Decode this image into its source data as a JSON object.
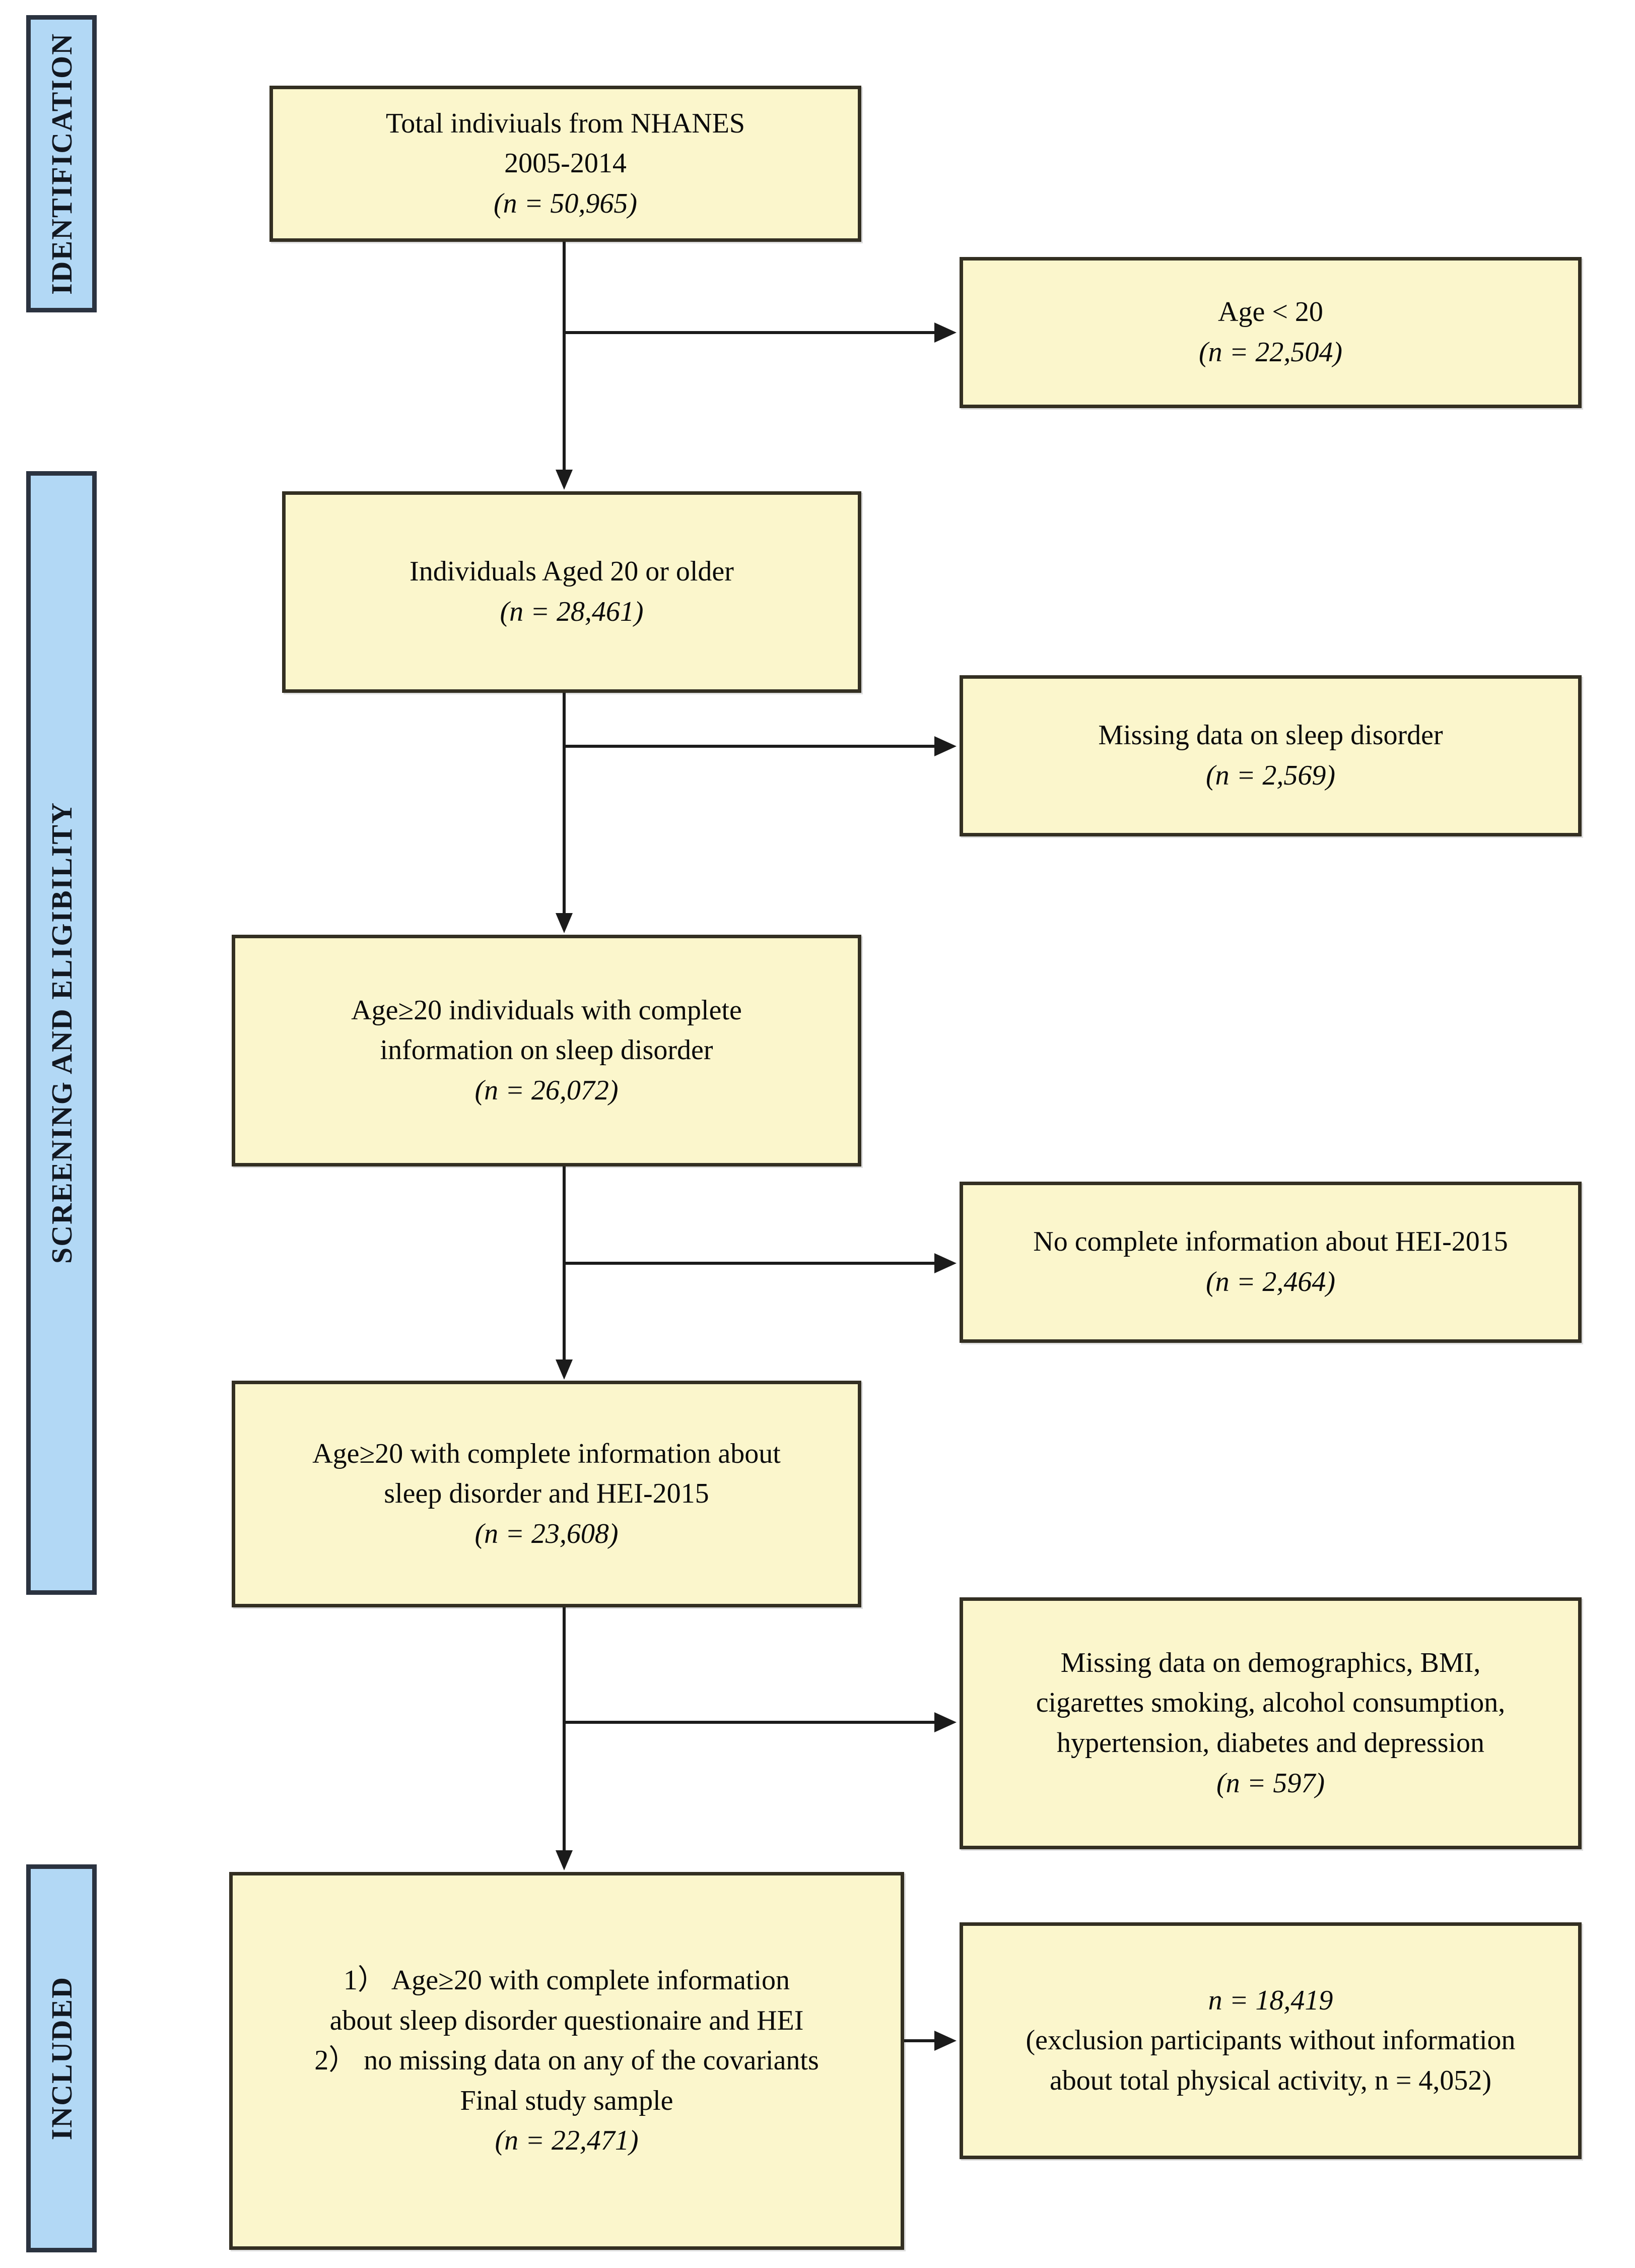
{
  "figure": {
    "type": "prisma-flow-diagram",
    "title": "NHANES 2005-2014 study participant selection flow chart"
  },
  "stages": [
    {
      "id": "identification",
      "label": "IDENTIFICATION"
    },
    {
      "id": "screening",
      "label": "SCREENING AND ELIGIBILITY"
    },
    {
      "id": "included",
      "label": "INCLUDED"
    }
  ],
  "main_boxes": [
    {
      "id": "total-individuals",
      "lines": [
        "Total indiviuals from NHANES",
        "2005-2014",
        "(n = 50,965)"
      ],
      "n": "50,965"
    },
    {
      "id": "aged-20-or-older",
      "lines": [
        "Individuals Aged 20 or older",
        "(n = 28,461)"
      ],
      "n": "28,461"
    },
    {
      "id": "complete-sleep-disorder",
      "lines": [
        "Age≥20 individuals with complete",
        "information on sleep disorder",
        "(n = 26,072)"
      ],
      "n": "26,072"
    },
    {
      "id": "complete-sleep-and-hei",
      "lines": [
        "Age≥20 with complete information about",
        "sleep disorder and HEI-2015",
        "(n = 23,608)"
      ],
      "n": "23,608"
    },
    {
      "id": "final-study-sample",
      "lines": [
        "1） Age≥20 with complete information",
        "about sleep disorder questionaire and HEI",
        "2） no missing data on any of the covariants",
        "Final study sample",
        "(n = 22,471)"
      ],
      "n": "22,471"
    }
  ],
  "exclusion_boxes": [
    {
      "id": "age-under-20",
      "lines": [
        "Age < 20",
        "(n = 22,504)"
      ],
      "n": "22,504"
    },
    {
      "id": "missing-sleep-disorder",
      "lines": [
        "Missing data on sleep disorder",
        "(n = 2,569)"
      ],
      "n": "2,569"
    },
    {
      "id": "no-hei-2015",
      "lines": [
        "No complete information about HEI-2015",
        "(n = 2,464)"
      ],
      "n": "2,464"
    },
    {
      "id": "missing-covariates",
      "lines": [
        "Missing data on demographics, BMI,",
        "cigarettes smoking, alcohol consumption,",
        "hypertension, diabetes and depression",
        "(n = 597)"
      ],
      "n": "597"
    },
    {
      "id": "physical-activity-subsample",
      "lines": [
        "n = 18,419",
        "(exclusion participants without information",
        "about total physical activity, n = 4,052)"
      ],
      "n": "18,419"
    }
  ],
  "colors": {
    "box_fill": "#FBF6CC",
    "box_border": "#332F22",
    "stage_fill": "#B2D8F5",
    "stage_border": "#2B3340",
    "connector": "#1b1b1b"
  }
}
